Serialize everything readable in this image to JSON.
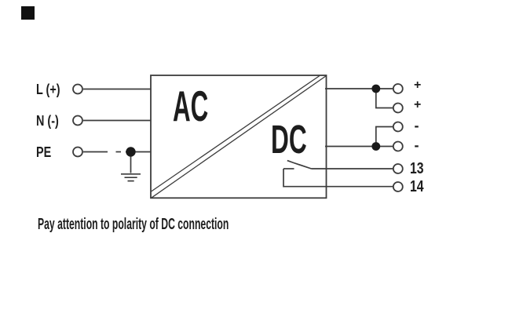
{
  "colors": {
    "line": "#3c3c3c",
    "text": "#1d1d1d",
    "bg": "#ffffff",
    "dot": "#1a1a1a",
    "mark": "#111111"
  },
  "input_labels": {
    "l": "L (+)",
    "n": "N (-)",
    "pe": "PE"
  },
  "converter": {
    "input": "AC",
    "output": "DC"
  },
  "output_terminals": [
    {
      "label": "+"
    },
    {
      "label": "+"
    },
    {
      "label": "-"
    },
    {
      "label": "-"
    },
    {
      "label": "13"
    },
    {
      "label": "14"
    }
  ],
  "note": "Pay attention to polarity of DC connection"
}
